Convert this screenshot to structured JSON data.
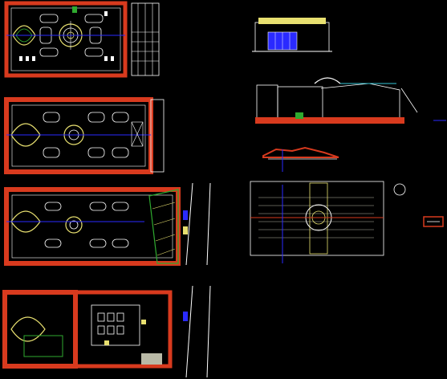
{
  "canvas": {
    "background": "#000000"
  },
  "palette": {
    "wall": "#d83a1e",
    "line": "#ffffff",
    "accent_yellow": "#e8e070",
    "accent_green": "#2faa2f",
    "accent_blue": "#2a2aff",
    "accent_cyan": "#33c6d6",
    "accent_gray": "#b9b9a6",
    "road": "#c8c8c8"
  },
  "drawing": {
    "views": [
      {
        "id": "plan-level-1",
        "kind": "floor-plan"
      },
      {
        "id": "plan-level-2",
        "kind": "floor-plan"
      },
      {
        "id": "plan-level-3",
        "kind": "floor-plan"
      },
      {
        "id": "plan-level-4",
        "kind": "floor-plan"
      },
      {
        "id": "front-elevation",
        "kind": "elevation"
      },
      {
        "id": "long-section",
        "kind": "section"
      },
      {
        "id": "roof-profile",
        "kind": "profile"
      },
      {
        "id": "roof-plan",
        "kind": "roof-plan"
      },
      {
        "id": "legend-block",
        "kind": "legend"
      }
    ]
  }
}
